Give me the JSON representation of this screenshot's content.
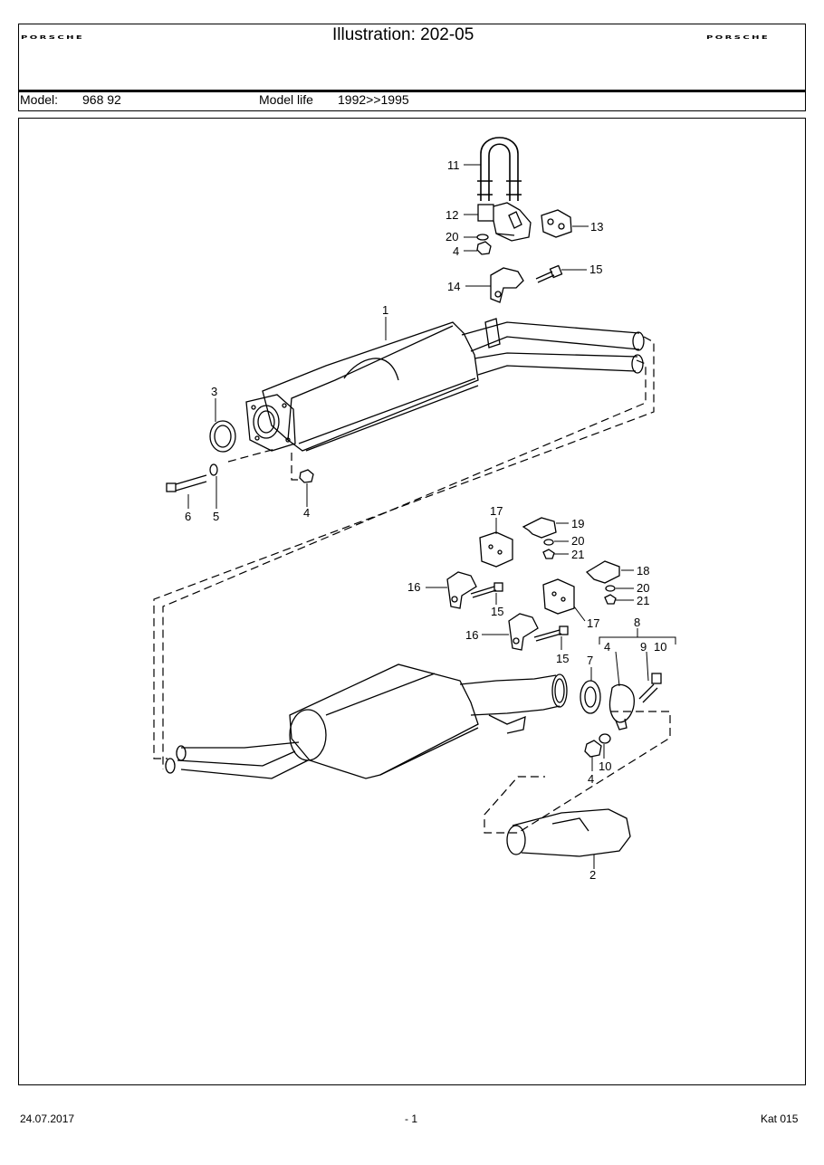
{
  "header": {
    "brand_left": "PORSCHE",
    "title": "Illustration: 202-05",
    "brand_right": "PORSCHE",
    "model_label": "Model:",
    "model_value": "968 92",
    "model_life_label": "Model life",
    "model_life_value": "1992>>1995"
  },
  "callouts": [
    {
      "id": "1",
      "part": "front-muffler"
    },
    {
      "id": "2",
      "part": "tailpipe-trim"
    },
    {
      "id": "3",
      "part": "gasket-ring"
    },
    {
      "id": "4",
      "part": "nut"
    },
    {
      "id": "5",
      "part": "washer"
    },
    {
      "id": "6",
      "part": "bolt"
    },
    {
      "id": "7",
      "part": "seal-ring"
    },
    {
      "id": "8",
      "part": "clamp-kit"
    },
    {
      "id": "9",
      "part": "clamp-bolt"
    },
    {
      "id": "10",
      "part": "washer"
    },
    {
      "id": "11",
      "part": "u-bolt"
    },
    {
      "id": "12",
      "part": "bracket"
    },
    {
      "id": "13",
      "part": "rubber-mount"
    },
    {
      "id": "14",
      "part": "bracket"
    },
    {
      "id": "15",
      "part": "bolt"
    },
    {
      "id": "16",
      "part": "bracket"
    },
    {
      "id": "17",
      "part": "rubber-mount"
    },
    {
      "id": "18",
      "part": "bracket"
    },
    {
      "id": "19",
      "part": "bracket"
    },
    {
      "id": "20",
      "part": "washer"
    },
    {
      "id": "21",
      "part": "nut"
    }
  ],
  "footer": {
    "date": "24.07.2017",
    "page": "- 1",
    "catalog": "Kat 015"
  }
}
